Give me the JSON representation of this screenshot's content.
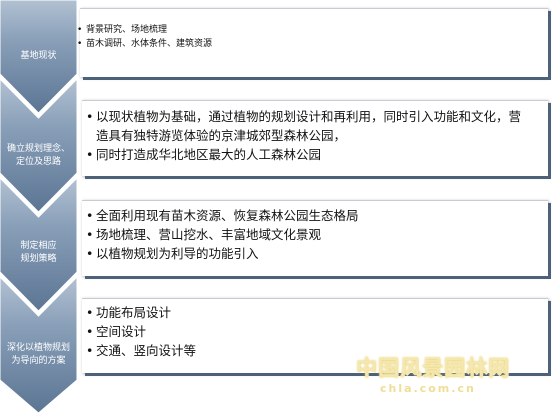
{
  "stages": [
    {
      "label": "基地现状",
      "items": [
        "背景研究、场地梳理",
        "苗木调研、水体条件、建筑资源"
      ]
    },
    {
      "label": "确立规划理念、\n定位及思路",
      "items": [
        "以现状植物为基础，通过植物的规划设计和再利用，同时引入功能和文化，营造具有独特游览体验的京津城郊型森林公园，",
        "同时打造成华北地区最大的人工森林公园"
      ]
    },
    {
      "label": "制定相应\n规划策略",
      "items": [
        "全面利用现有苗木资源、恢复森林公园生态格局",
        "场地梳理、营山挖水、丰富地域文化景观",
        "以植物规划为利导的功能引入"
      ]
    },
    {
      "label": "深化以植物规划\n为导向的方案",
      "items": [
        "功能布局设计",
        "空间设计",
        "交通、竖向设计等"
      ]
    }
  ],
  "watermark": {
    "main": "中国风景园林网",
    "sub": "chla.com.cn"
  },
  "colors": {
    "chevron_light": "#a9b9cb",
    "chevron_dark": "#5e7896",
    "panel_shadow": "#4d6179",
    "watermark": "#f4e8b0"
  }
}
